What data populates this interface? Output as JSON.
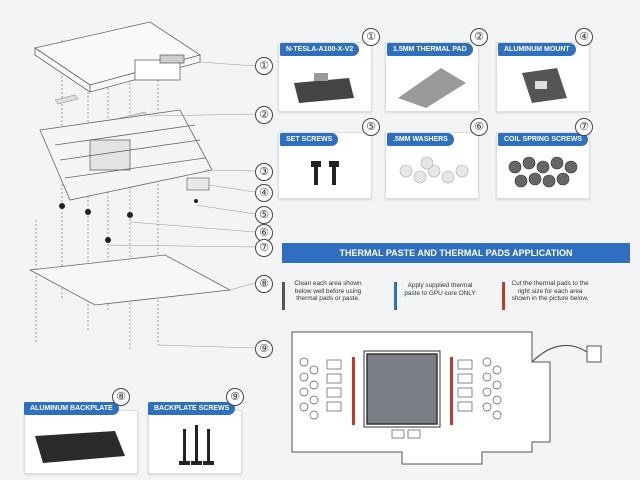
{
  "callouts": [
    "①",
    "②",
    "③",
    "④",
    "⑤",
    "⑥",
    "⑦",
    "⑧",
    "⑨"
  ],
  "parts": [
    {
      "num": "①",
      "label": "N-TESLA-A100-X-V2"
    },
    {
      "num": "②",
      "label": "1.5MM THERMAL PAD"
    },
    {
      "num": "④",
      "label": "ALUMINUM MOUNT"
    },
    {
      "num": "⑤",
      "label": "SET SCREWS"
    },
    {
      "num": "⑥",
      "label": ".5MM WASHERS"
    },
    {
      "num": "⑦",
      "label": "COIL SPRING SCREWS"
    },
    {
      "num": "⑧",
      "label": "ALUMINUM BACKPLATE"
    },
    {
      "num": "⑨",
      "label": "BACKPLATE SCREWS"
    }
  ],
  "application": {
    "title": "THERMAL PASTE AND THERMAL PADS APPLICATION",
    "steps": [
      {
        "text": "Clean each area shown below well before using thermal pads or paste.",
        "color": "#555555"
      },
      {
        "text": "Apply supplied thermal paste to GPU core ONLY",
        "color": "#2f6fc0"
      },
      {
        "text": "Cut the thermal pads to the right size for each area shown in the picture below.",
        "color": "#c0392b"
      }
    ]
  },
  "colors": {
    "accent": "#2f6fc0",
    "pad": "#c0392b",
    "neutral": "#555555"
  }
}
